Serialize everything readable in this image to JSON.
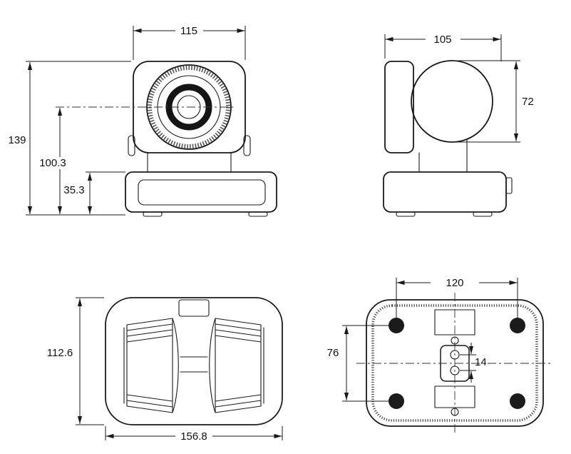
{
  "views": {
    "front": {
      "width": "115",
      "overall_height": "139",
      "lens_axis_height": "100.3",
      "base_height": "35.3"
    },
    "side": {
      "depth": "105",
      "head_height": "72"
    },
    "top": {
      "depth": "112.6",
      "width": "156.8"
    },
    "bottom": {
      "foot_span_x": "120",
      "foot_span_y": "76",
      "screw_hole_spacing": "14"
    }
  },
  "colors": {
    "ink": "#1a1a1a",
    "background": "#ffffff"
  }
}
